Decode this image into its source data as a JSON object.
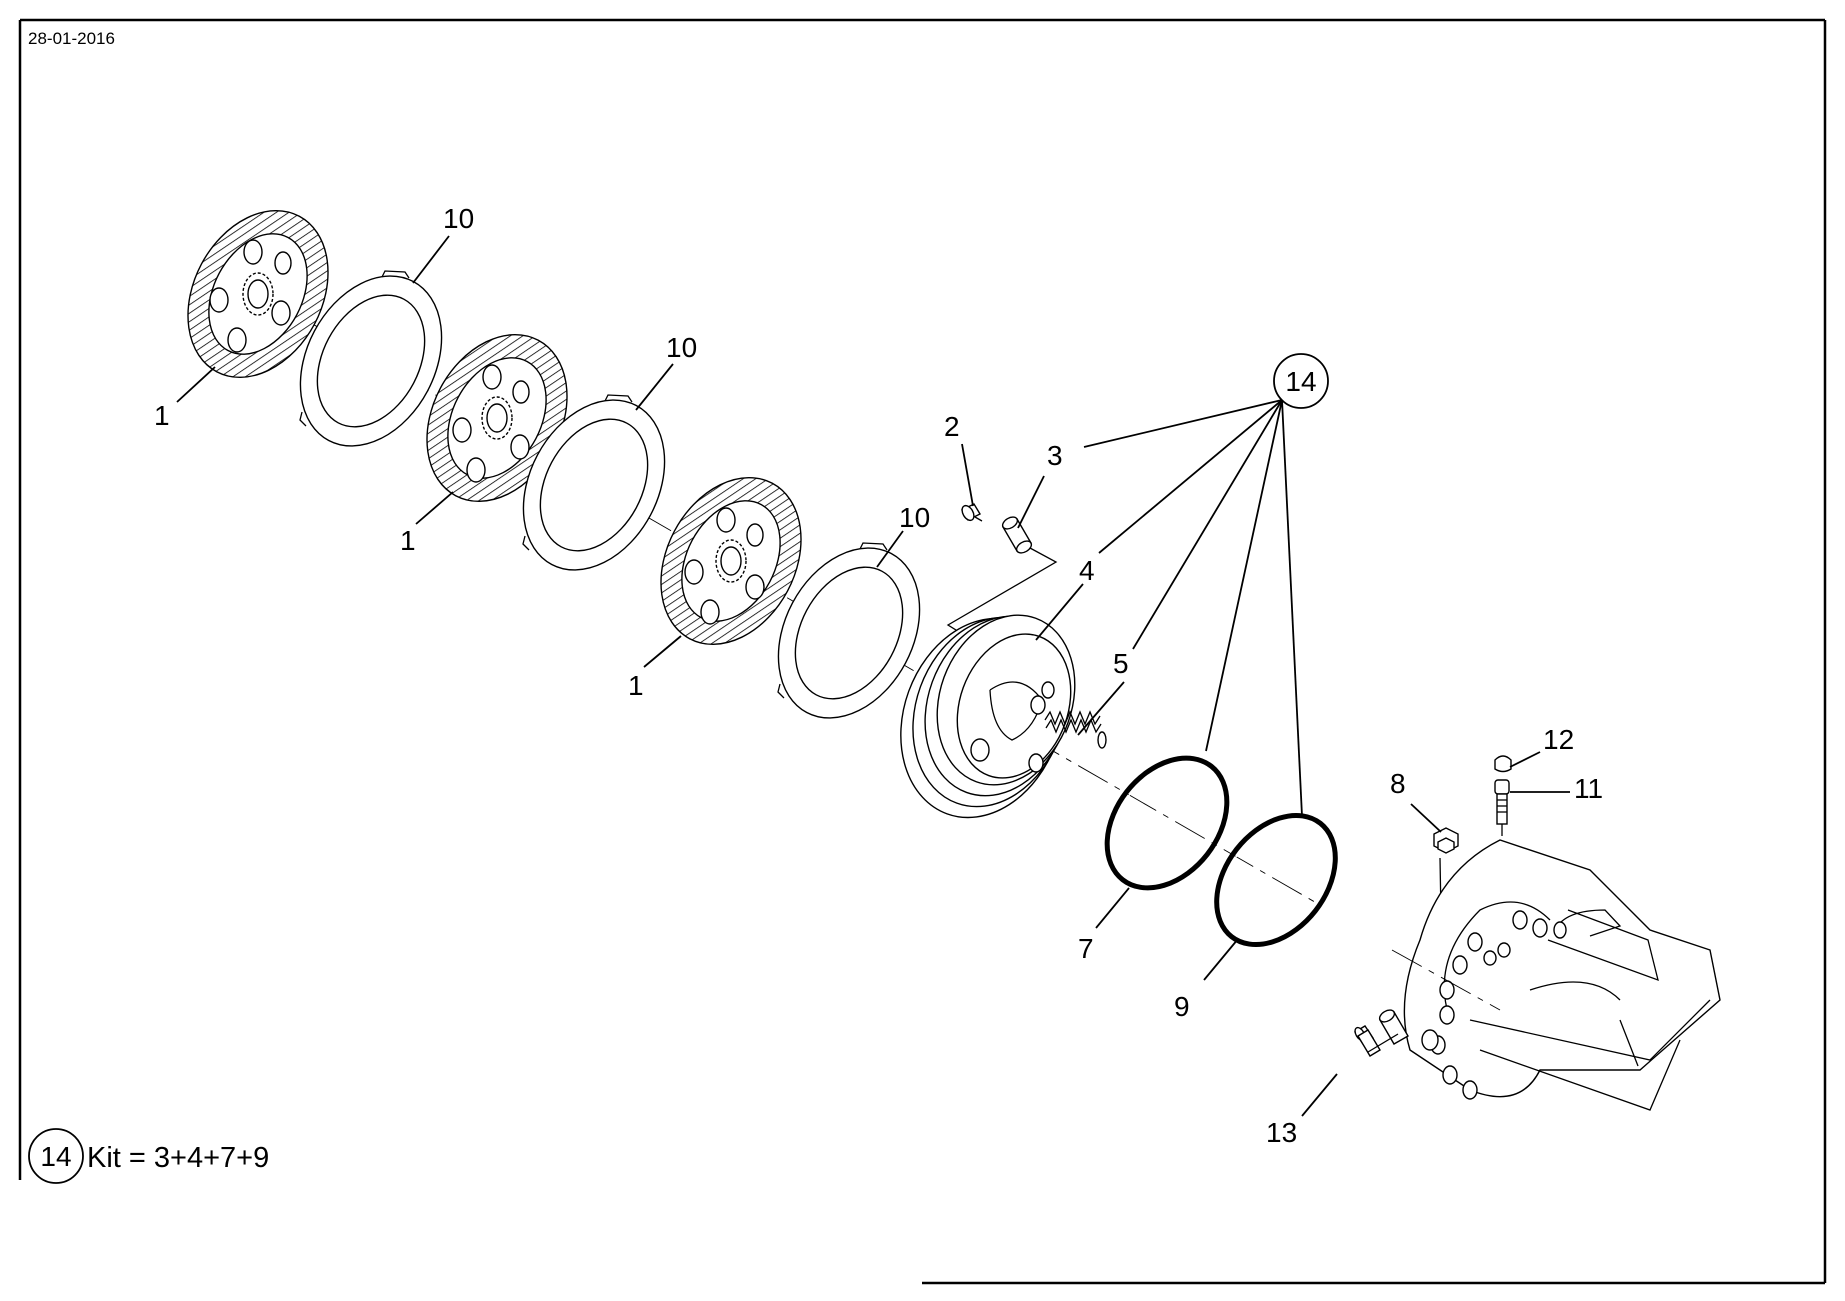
{
  "header": {
    "date": "28-01-2016"
  },
  "callouts": {
    "friction_disc_a": "1",
    "friction_disc_b": "1",
    "friction_disc_c": "1",
    "steel_disc_a": "10",
    "steel_disc_b": "10",
    "steel_disc_c": "10",
    "screw": "2",
    "bushing": "3",
    "piston": "4",
    "spring": "5",
    "o_ring_inner": "7",
    "o_ring_outer": "9",
    "plug": "8",
    "bleed_valve": "11",
    "cap": "12",
    "screw_bushing": "13",
    "kit": "14"
  },
  "legend": {
    "kit_number": "14",
    "kit_text": "Kit = 3+4+7+9"
  }
}
